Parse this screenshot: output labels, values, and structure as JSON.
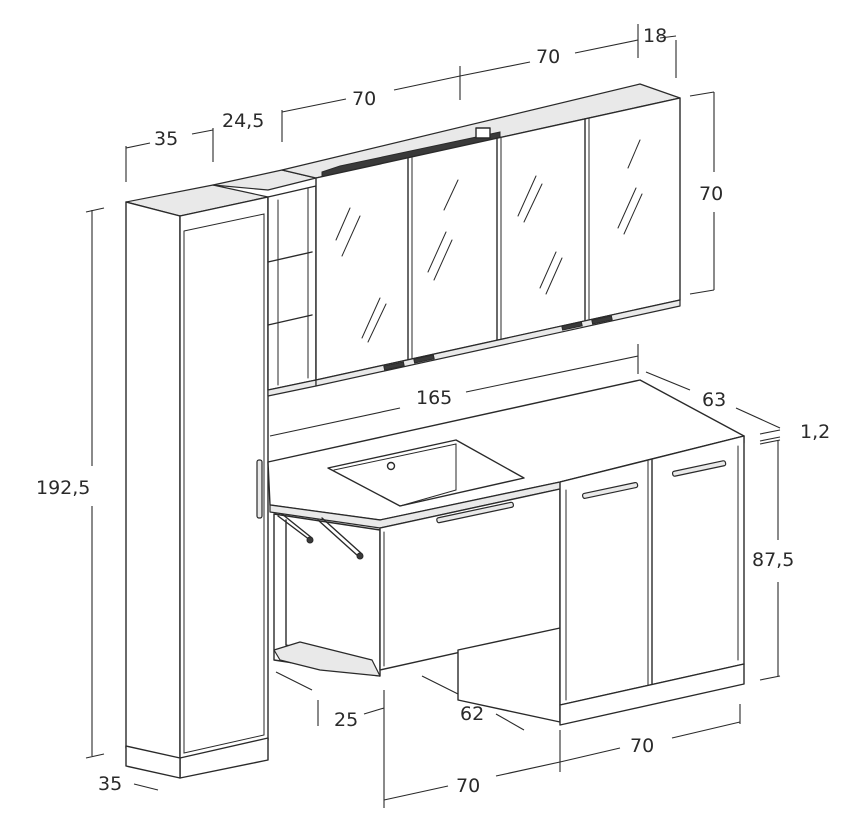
{
  "dimensions": {
    "tall_cabinet_width": "35",
    "shelf_unit_width": "24,5",
    "mirror_left_width": "70",
    "mirror_right_width": "70",
    "mirror_depth": "18",
    "mirror_height": "70",
    "countertop_length": "165",
    "countertop_depth": "63",
    "countertop_thickness": "1,2",
    "tall_cabinet_height": "192,5",
    "base_height": "87,5",
    "tall_cabinet_depth": "35",
    "hamper_depth": "25",
    "sink_base_depth": "62",
    "sink_base_width": "70",
    "door_base_width": "70"
  },
  "colors": {
    "line": "#2a2a2a",
    "background": "#ffffff",
    "edge_fill": "#e9e9e9"
  }
}
